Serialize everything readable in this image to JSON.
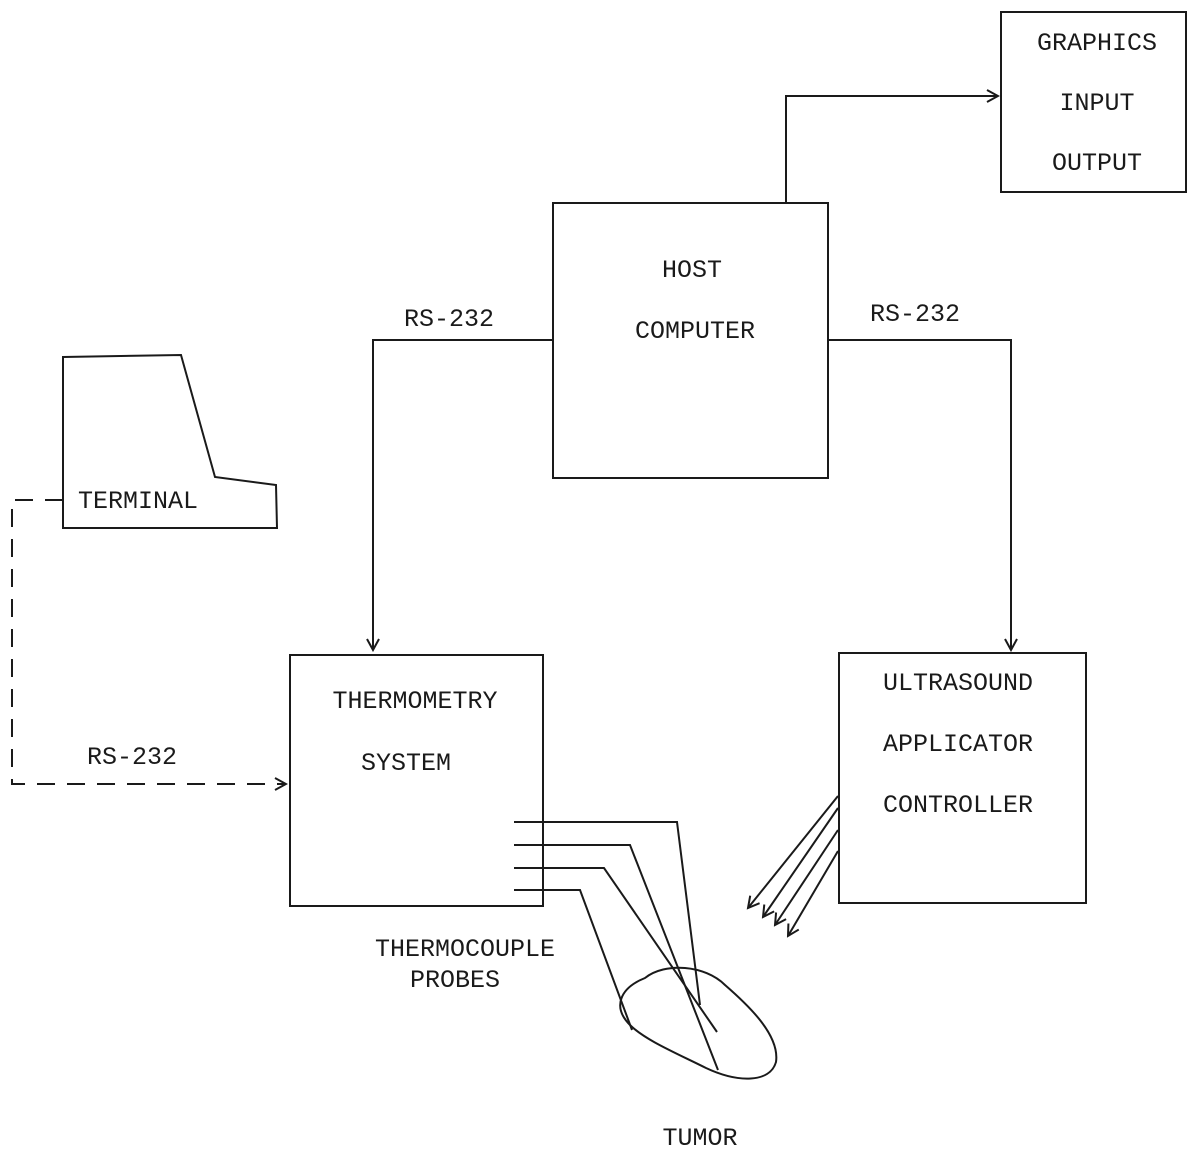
{
  "graphics_box": {
    "lines": [
      "GRAPHICS",
      "INPUT",
      "OUTPUT"
    ]
  },
  "host_box": {
    "lines": [
      "HOST",
      "COMPUTER"
    ]
  },
  "terminal": {
    "label": "TERMINAL"
  },
  "thermometry_box": {
    "lines": [
      "THERMOMETRY",
      "SYSTEM"
    ]
  },
  "ultrasound_box": {
    "lines": [
      "ULTRASOUND",
      "APPLICATOR",
      "CONTROLLER"
    ]
  },
  "links": {
    "host_to_thermometry": "RS-232",
    "host_to_ultrasound": "RS-232",
    "terminal_to_thermometry": "RS-232"
  },
  "probes": {
    "lines": [
      "THERMOCOUPLE",
      "PROBES"
    ]
  },
  "tumor": {
    "label": "TUMOR"
  }
}
